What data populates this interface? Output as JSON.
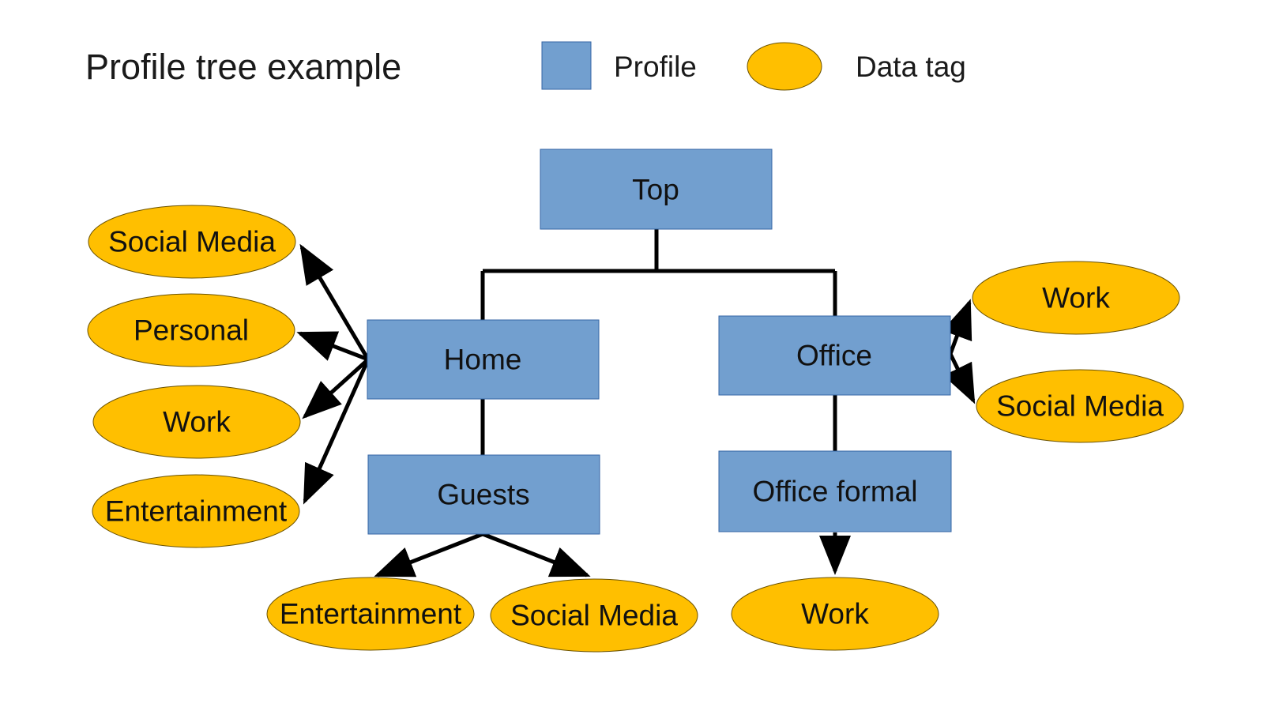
{
  "title": "Profile tree example",
  "legend": {
    "profile_label": "Profile",
    "tag_label": "Data tag"
  },
  "colors": {
    "profile": "#729fcf",
    "profile_border": "#3465a4",
    "tag": "#ffbf00",
    "tag_border": "#6b5200",
    "edge": "#000000"
  },
  "profiles": {
    "top": "Top",
    "home": "Home",
    "office": "Office",
    "guests": "Guests",
    "office_formal": "Office formal"
  },
  "tags": {
    "home_social_media": "Social Media",
    "home_personal": "Personal",
    "home_work": "Work",
    "home_entertainment": "Entertainment",
    "guests_entertainment": "Entertainment",
    "guests_social_media": "Social Media",
    "office_work": "Work",
    "office_social_media": "Social Media",
    "office_formal_work": "Work"
  }
}
